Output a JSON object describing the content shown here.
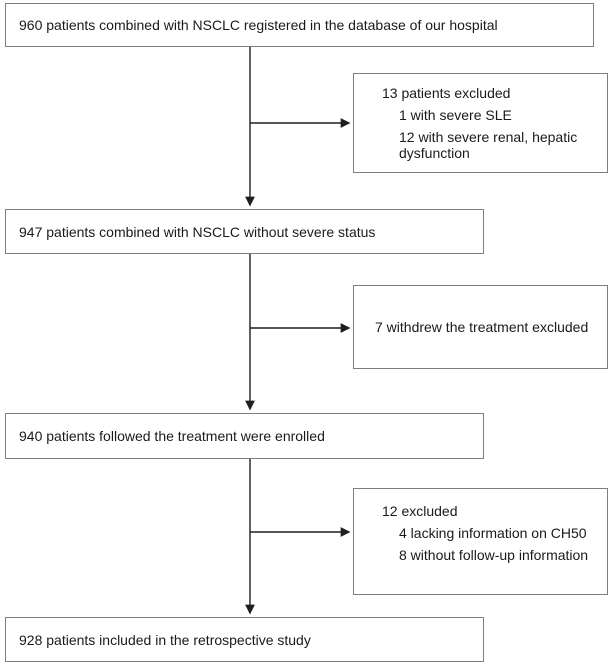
{
  "flowchart": {
    "main_boxes": [
      {
        "id": "box-960",
        "text": "960 patients combined with NSCLC registered in the database of our hospital"
      },
      {
        "id": "box-947",
        "text": "947 patients combined with NSCLC without severe status"
      },
      {
        "id": "box-940",
        "text": "940 patients followed the treatment were enrolled"
      },
      {
        "id": "box-928",
        "text": "928 patients included in the retrospective study"
      }
    ],
    "exclusion_boxes": [
      {
        "id": "excluded-13",
        "title": "13 patients excluded",
        "items": [
          "1 with severe SLE",
          "12 with severe renal, hepatic dysfunction"
        ]
      },
      {
        "id": "excluded-7",
        "title": "7 withdrew the treatment excluded",
        "items": []
      },
      {
        "id": "excluded-12",
        "title": "12 excluded",
        "items": [
          "4 lacking information on CH50",
          "8 without follow-up information"
        ]
      }
    ],
    "colors": {
      "background": "#ffffff",
      "box_border": "#7e7e7e",
      "arrow": "#1f1f1f",
      "text": "#1a1a1a"
    }
  }
}
